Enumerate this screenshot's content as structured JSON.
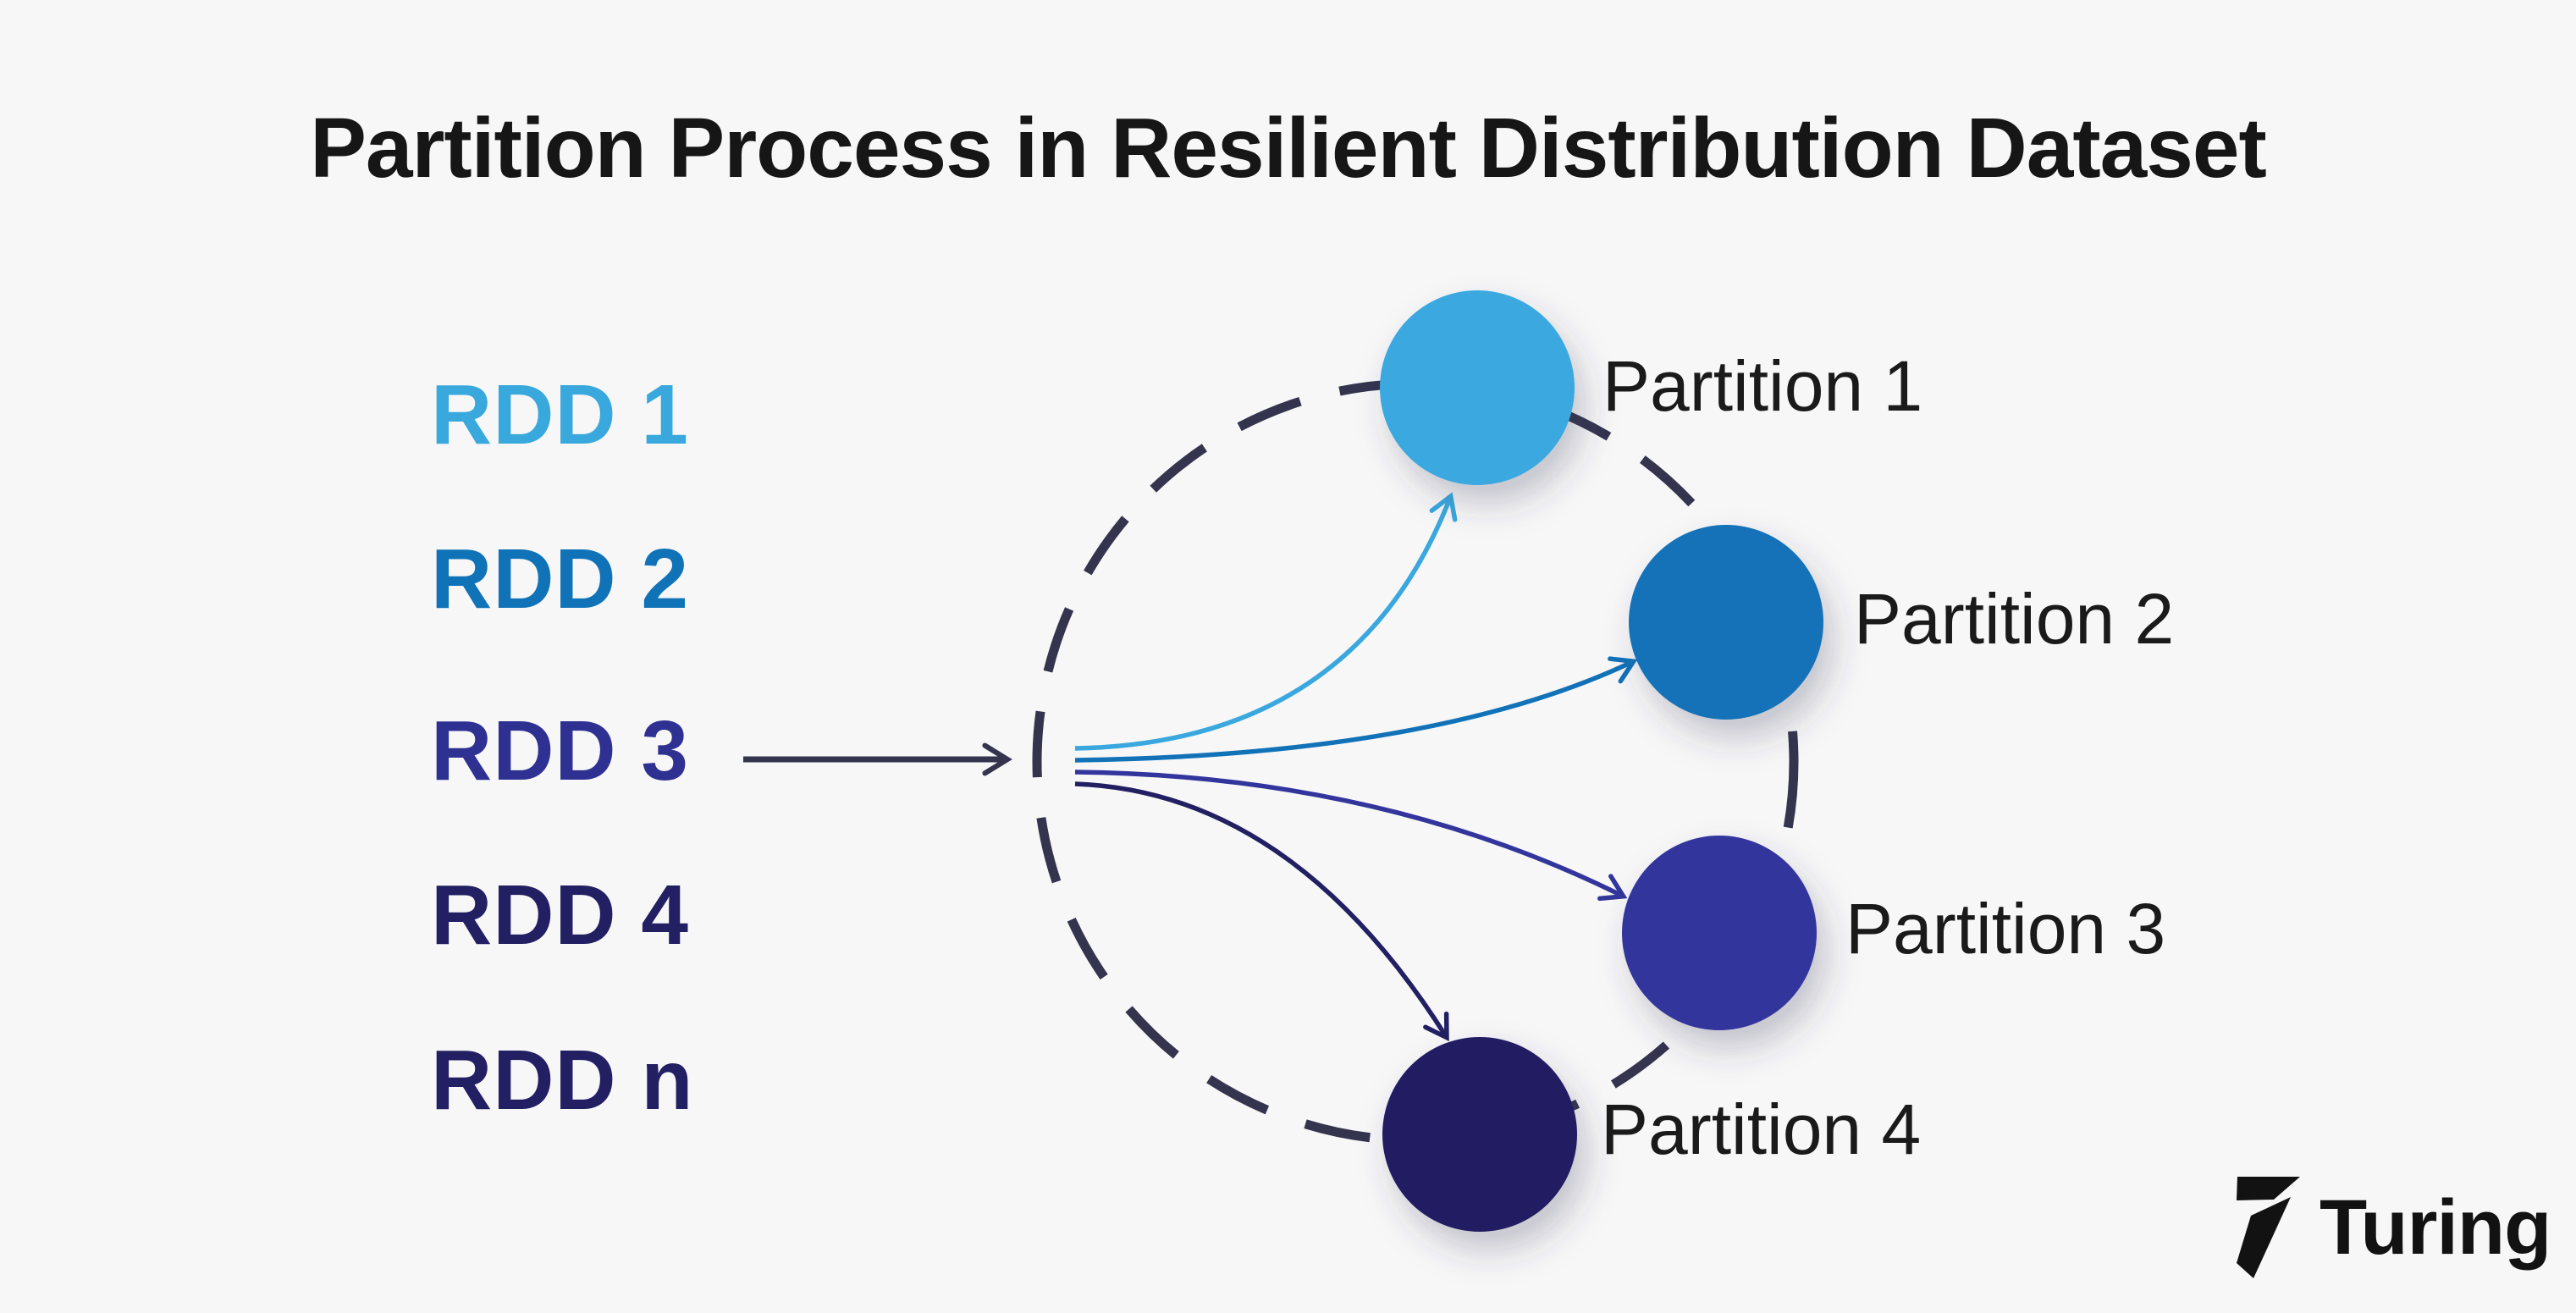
{
  "title": "Partition Process in Resilient Distribution Dataset",
  "rdd_list": [
    {
      "label": "RDD 1",
      "color": "#39a8dc"
    },
    {
      "label": "RDD 2",
      "color": "#1173b7"
    },
    {
      "label": "RDD 3",
      "color": "#2e3192"
    },
    {
      "label": "RDD 4",
      "color": "#221f62"
    },
    {
      "label": "RDD n",
      "color": "#221f62"
    }
  ],
  "partitions": [
    {
      "label": "Partition 1",
      "color": "#3aa8df"
    },
    {
      "label": "Partition 2",
      "color": "#1272b8"
    },
    {
      "label": "Partition 3",
      "color": "#32359b"
    },
    {
      "label": "Partition 4",
      "color": "#221f62"
    }
  ],
  "diagram": {
    "background": "#f7f7f8",
    "stroke_color": "#35344f",
    "title_color": "#161616",
    "label_color": "#1a1a1a"
  },
  "logo": {
    "text": "Turing",
    "color": "#121212"
  }
}
